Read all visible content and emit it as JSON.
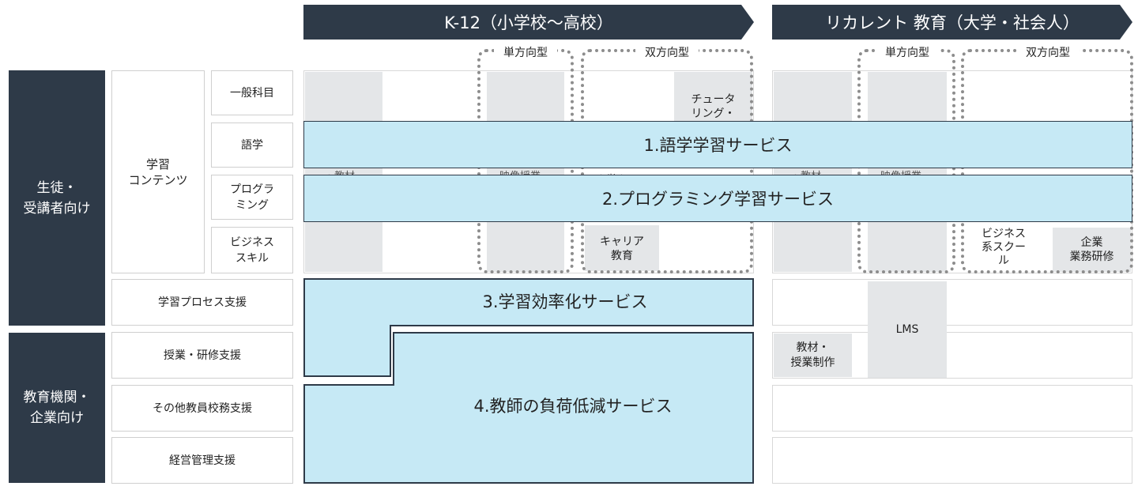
{
  "headers": {
    "k12": "K-12（小学校～高校）",
    "recurrent": "リカレント 教育（大学・社会人）"
  },
  "interaction_labels": {
    "k12_one_way": "単方向型",
    "k12_two_way": "双方向型",
    "rec_one_way": "単方向型",
    "rec_two_way": "双方向型"
  },
  "categories": {
    "students": "生徒・\n受講者向け",
    "institutions": "教育機関・\n企業向け"
  },
  "content_group": "学習\nコンテンツ",
  "subjects": {
    "general": "一般科目",
    "language": "語学",
    "programming": "プログラ\nミング",
    "business": "ビジネス\nスキル"
  },
  "support_rows": {
    "process": "学習プロセス支援",
    "class": "授業・研修支援",
    "school_affairs": "その他教員校務支援",
    "management": "経営管理支援"
  },
  "cells": {
    "tutoring": "チュータ\nリング・",
    "career": "キャリア\n教育",
    "business_school": "ビジネス\n系スクー\nル",
    "corporate_training": "企業\n業務研修",
    "lms": "LMS",
    "materials": "教材・\n授業制作",
    "partial_k12_a": "・教材",
    "partial_k12_b": "映像授業",
    "partial_k12_c": "・ッ・",
    "partial_rec_a": "・教材",
    "partial_rec_b": "映像授業"
  },
  "services": {
    "s1": "1.語学学習サービス",
    "s2": "2.プログラミング学習サービス",
    "s3": "3.学習効率化サービス",
    "s4": "4.教師の負荷低減サービス"
  },
  "colors": {
    "dark_navy": "#2e3a48",
    "service_blue": "#c6e9f5",
    "cell_gray": "#e4e6e8"
  }
}
